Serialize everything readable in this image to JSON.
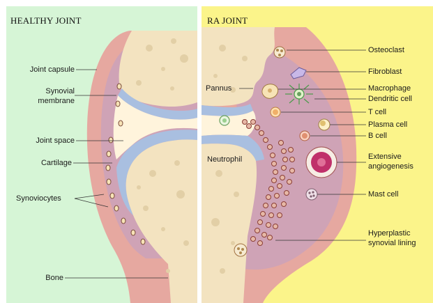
{
  "colors": {
    "healthy_bg": "#d6f5d6",
    "ra_bg": "#fbf48a",
    "capsule": "#e6a8a0",
    "synovium": "#cfa3b6",
    "bone": "#f3e3c0",
    "cartilage": "#a9bfe0",
    "joint_space": "#fff4dc"
  },
  "healthy": {
    "title": "HEALTHY JOINT",
    "labels": {
      "joint_capsule": "Joint capsule",
      "synovial_membrane_1": "Synovial",
      "synovial_membrane_2": "membrane",
      "joint_space": "Joint space",
      "cartilage": "Cartilage",
      "synoviocytes": "Synoviocytes",
      "bone": "Bone"
    }
  },
  "ra": {
    "title": "RA JOINT",
    "labels": {
      "pannus": "Pannus",
      "neutrophil": "Neutrophil",
      "osteoclast": "Osteoclast",
      "fibroblast": "Fibroblast",
      "macrophage": "Macrophage",
      "dendritic_cell": "Dendritic cell",
      "t_cell": "T cell",
      "plasma_cell": "Plasma cell",
      "b_cell": "B cell",
      "angiogenesis_1": "Extensive",
      "angiogenesis_2": "angiogenesis",
      "mast_cell": "Mast cell",
      "hyperplastic_1": "Hyperplastic",
      "hyperplastic_2": "synovial lining"
    }
  }
}
